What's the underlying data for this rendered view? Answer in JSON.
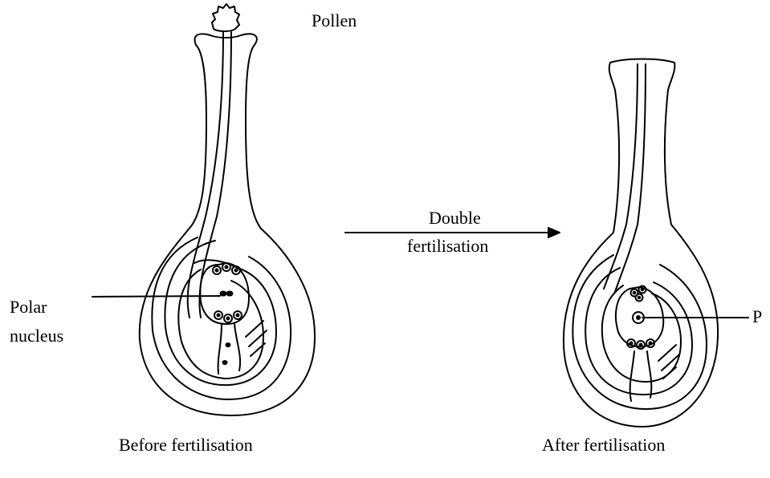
{
  "labels": {
    "pollen": "Pollen",
    "polar_nucleus_line1": "Polar",
    "polar_nucleus_line2": "nucleus",
    "double_fertilisation_line1": "Double",
    "double_fertilisation_line2": "fertilisation",
    "p": "P",
    "before": "Before fertilisation",
    "after": "After fertilisation"
  },
  "colors": {
    "stroke": "#000000",
    "background": "#ffffff"
  }
}
